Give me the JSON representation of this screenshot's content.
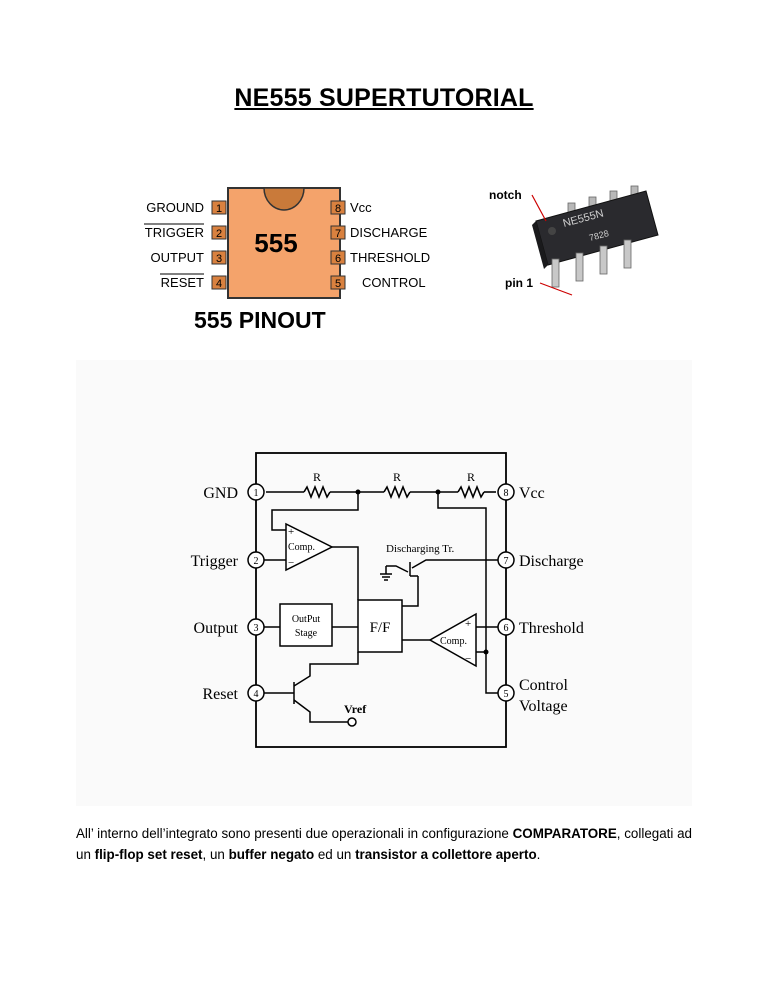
{
  "title": "NE555 SUPERTUTORIAL",
  "pinout": {
    "chip_label": "555",
    "caption": "555 PINOUT",
    "left_pins": [
      {
        "name": "GROUND",
        "num": "1",
        "overline": false
      },
      {
        "name": "TRIGGER",
        "num": "2",
        "overline": true
      },
      {
        "name": "OUTPUT",
        "num": "3",
        "overline": false
      },
      {
        "name": "RESET",
        "num": "4",
        "overline": true
      }
    ],
    "right_pins": [
      {
        "name": "Vcc",
        "num": "8"
      },
      {
        "name": "DISCHARGE",
        "num": "7"
      },
      {
        "name": "THRESHOLD",
        "num": "6"
      },
      {
        "name": "CONTROL",
        "num": "5"
      }
    ],
    "colors": {
      "chip": "#f4a36b",
      "notch": "#c97a3a",
      "pin": "#d9813f"
    }
  },
  "photo": {
    "notch_label": "notch",
    "pin1_label": "pin 1",
    "chip_marking_1": "NE555N",
    "chip_marking_2": "7828"
  },
  "block_diagram": {
    "resistor_label": "R",
    "pins_left": [
      {
        "label": "GND",
        "num": "1"
      },
      {
        "label": "Trigger",
        "num": "2"
      },
      {
        "label": "Output",
        "num": "3"
      },
      {
        "label": "Reset",
        "num": "4"
      }
    ],
    "pins_right": [
      {
        "label": "Vcc",
        "num": "8"
      },
      {
        "label": "Discharge",
        "num": "7"
      },
      {
        "label": "Threshold",
        "num": "6"
      },
      {
        "label": "Control",
        "label2": "Voltage",
        "num": "5"
      }
    ],
    "comp_label": "Comp.",
    "discharging_label": "Discharging Tr.",
    "output_stage_1": "OutPut",
    "output_stage_2": "Stage",
    "ff_label": "F/F",
    "vref_label": "Vref",
    "plus": "+",
    "minus": "−"
  },
  "paragraph": {
    "t1": "All’ interno dell’integrato sono presenti due operazionali in configurazione ",
    "b1": "COMPARATORE",
    "t2": ", collegati ad un ",
    "b2": "flip-flop set reset",
    "t3": ", un ",
    "b3": "buffer negato",
    "t4": " ed un ",
    "b4": "transistor a collettore aperto",
    "t5": "."
  }
}
